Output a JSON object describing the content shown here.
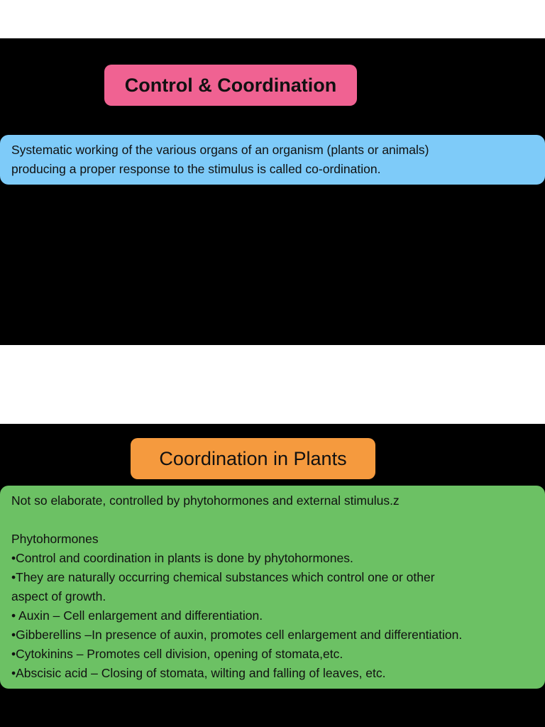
{
  "colors": {
    "slide_background": "#000000",
    "page_background": "#ffffff",
    "title1_pill": "#f06292",
    "definition_box": "#7ecbf9",
    "title2_pill": "#f59a3e",
    "content_box": "#6cc164"
  },
  "slide1": {
    "title": "Control & Coordination",
    "definition_lines": [
      "Systematic working of the various organs of an organism (plants or animals)",
      "producing a proper response to the stimulus is called co-ordination."
    ]
  },
  "slide2": {
    "title": "Coordination in Plants",
    "content_lines": [
      "Not so elaborate, controlled by phytohormones and external stimulus.z",
      "",
      "Phytohormones",
      "•Control and coordination in plants is done by phytohormones.",
      "•They are naturally occurring chemical substances which control one or other",
      "aspect of growth.",
      "• Auxin – Cell enlargement and differentiation.",
      "•Gibberellins –In presence of auxin, promotes cell enlargement and differentiation.",
      "•Cytokinins – Promotes cell division, opening of stomata,etc.",
      "•Abscisic acid – Closing of stomata, wilting and falling of leaves, etc."
    ]
  }
}
